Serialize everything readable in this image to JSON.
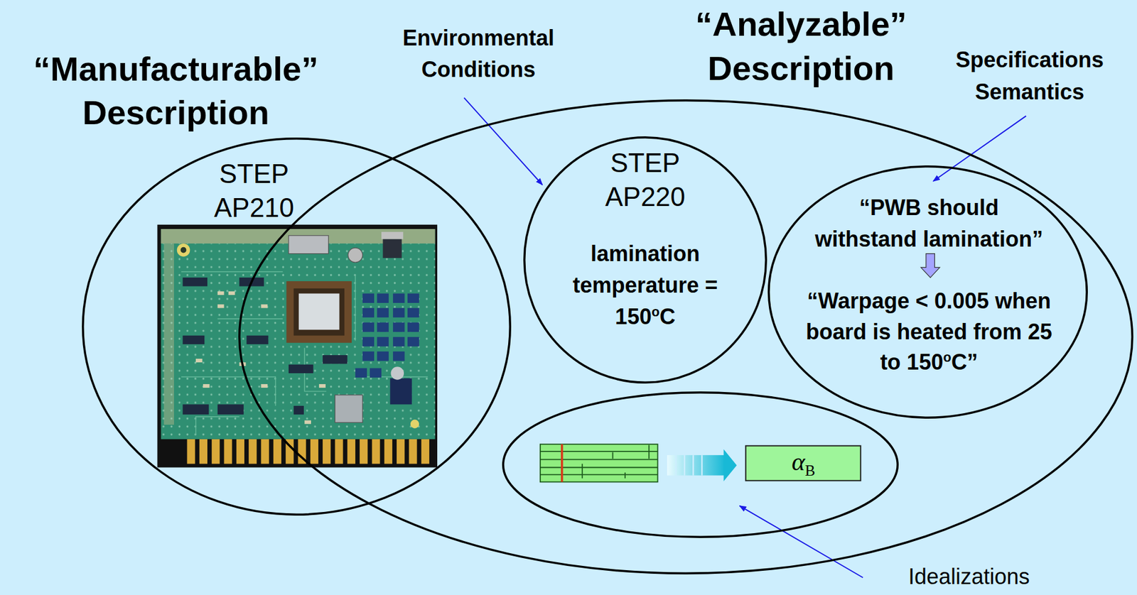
{
  "diagram": {
    "nodes": [
      {
        "text": [
          "“Manufacturable” Description",
          "STEP AP210"
        ]
      },
      {
        "text": [
          "“Analyzable” Description"
        ]
      },
      {
        "text": [
          "Environmental Conditions",
          "STEP AP220",
          "lamination temperature = 150oC"
        ],
        "in": 1
      },
      {
        "text": [
          "Specifications Semantics",
          "“PWB should withstand lamination”",
          "“Warpage < 0.005 when board is heated from 25 to 150oC”"
        ],
        "in": 1
      },
      {
        "text": [
          "Idealizations"
        ],
        "in": 1
      },
      {
        "text": [
          "αB"
        ],
        "in": 4
      }
    ]
  }
}
